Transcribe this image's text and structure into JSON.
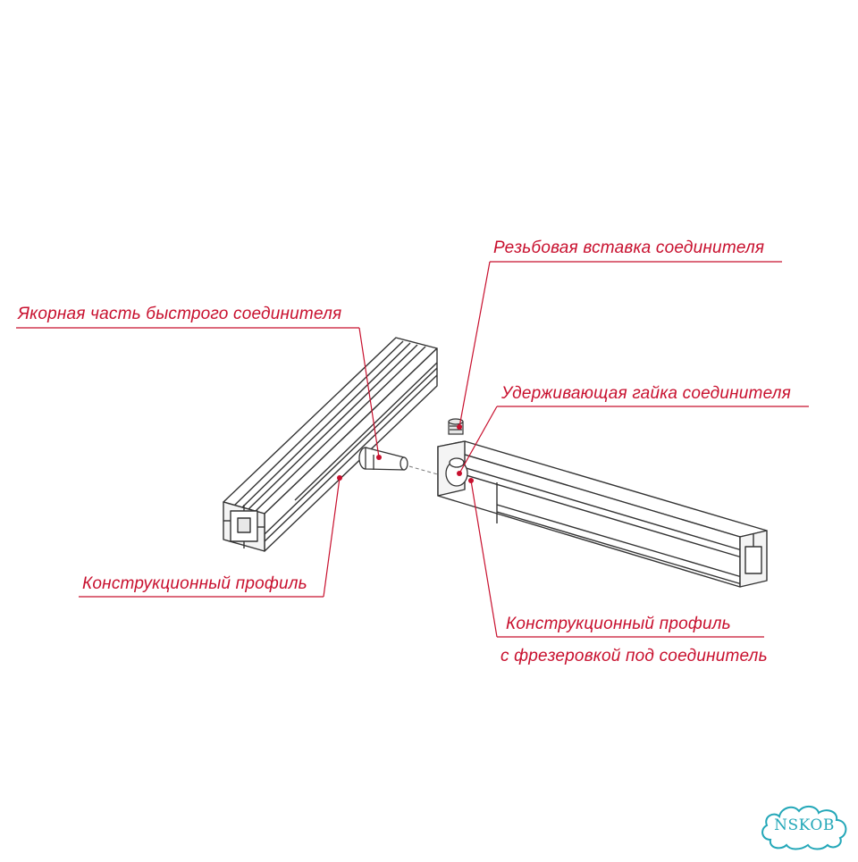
{
  "diagram": {
    "labels": {
      "threaded_insert": "Резьбовая вставка соединителя",
      "anchor_part": "Якорная часть быстрого соединителя",
      "retaining_nut": "Удерживающая гайка соединителя",
      "profile_left": "Конструкционный профиль",
      "profile_milled_line1": "Конструкционный профиль",
      "profile_milled_line2": "с фрезеровкой под соединитель"
    },
    "colors": {
      "callout": "#c8102e",
      "outline": "#333333",
      "logo": "#23a7b8"
    }
  },
  "watermark": {
    "text": "NSKOB"
  }
}
